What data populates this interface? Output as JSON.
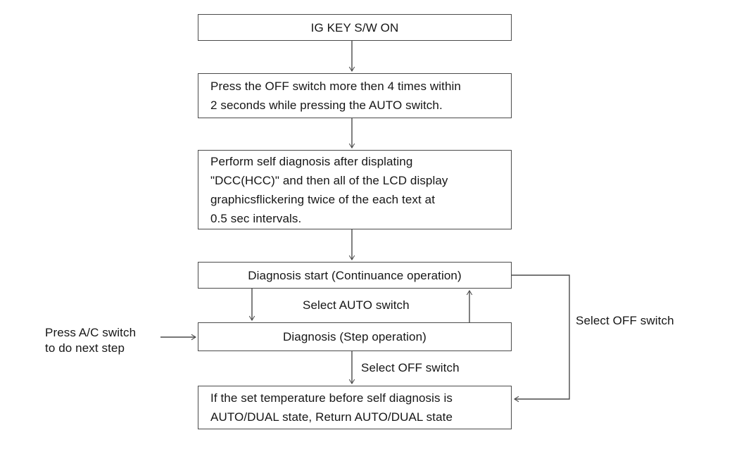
{
  "colors": {
    "background": "#ffffff",
    "line": "#4a4a4a",
    "text": "#161616"
  },
  "flowchart": {
    "nodes": [
      {
        "id": "ig-key",
        "text": "IG KEY S/W ON"
      },
      {
        "id": "press-off",
        "text": "Press the OFF switch more then 4 times within\n2 seconds while pressing the AUTO switch."
      },
      {
        "id": "self-diag",
        "text": "Perform self diagnosis after displating\n\"DCC(HCC)\" and then all of the LCD display\ngraphicsflickering twice of the each text at\n0.5 sec intervals."
      },
      {
        "id": "diag-start",
        "text": "Diagnosis start (Continuance operation)"
      },
      {
        "id": "diag-step",
        "text": "Diagnosis (Step operation)"
      },
      {
        "id": "return-state",
        "text": "If the set temperature before self diagnosis is\nAUTO/DUAL state, Return AUTO/DUAL state"
      }
    ],
    "edge_labels": {
      "select_auto": "Select AUTO switch",
      "select_off_bottom": "Select OFF switch",
      "select_off_right": "Select OFF switch",
      "press_ac": "Press A/C switch\nto do next step"
    }
  }
}
